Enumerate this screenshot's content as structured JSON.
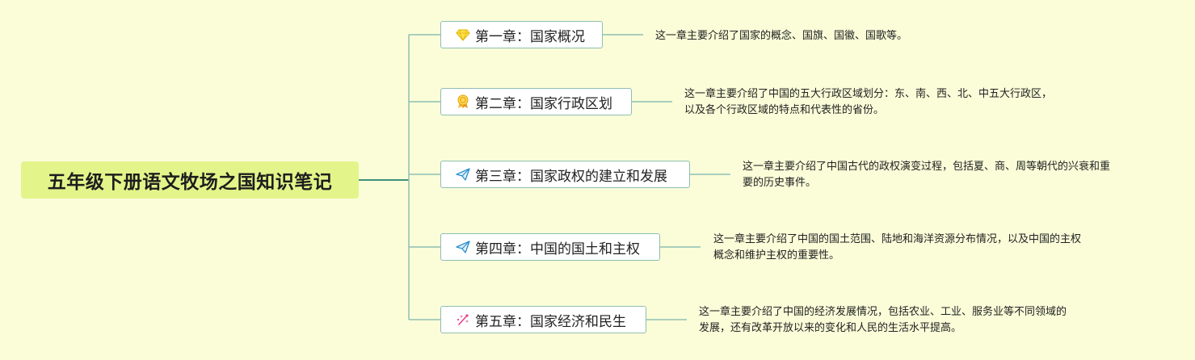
{
  "root": {
    "title": "五年级下册语文牧场之国知识笔记"
  },
  "chapters": [
    {
      "title": "第一章：国家概况",
      "icon": "diamond-icon",
      "desc": [
        "这一章主要介绍了国家的概念、国旗、国徽、国歌等。"
      ]
    },
    {
      "title": "第二章：国家行政区划",
      "icon": "medal-icon",
      "desc": [
        "这一章主要介绍了中国的五大行政区域划分：东、南、西、北、中五大行政区，",
        "以及各个行政区域的特点和代表性的省份。"
      ]
    },
    {
      "title": "第三章：国家政权的建立和发展",
      "icon": "paper-plane-icon",
      "desc": [
        "这一章主要介绍了中国古代的政权演变过程，包括夏、商、周等朝代的兴衰和重",
        "要的历史事件。"
      ]
    },
    {
      "title": "第四章：中国的国土和主权",
      "icon": "paper-plane-icon",
      "desc": [
        "这一章主要介绍了中国的国土范围、陆地和海洋资源分布情况，以及中国的主权",
        "概念和维护主权的重要性。"
      ]
    },
    {
      "title": "第五章：国家经济和民生",
      "icon": "sparkle-icon",
      "desc": [
        "这一章主要介绍了中国的经济发展情况，包括农业、工业、服务业等不同领域的",
        "发展，还有改革开放以来的变化和人民的生活水平提高。"
      ]
    }
  ],
  "colors": {
    "connector": "#8fbeb2",
    "root_connector": "#3f8f7a",
    "root_bg": "#e3f58a",
    "background": "#fafdd8"
  }
}
